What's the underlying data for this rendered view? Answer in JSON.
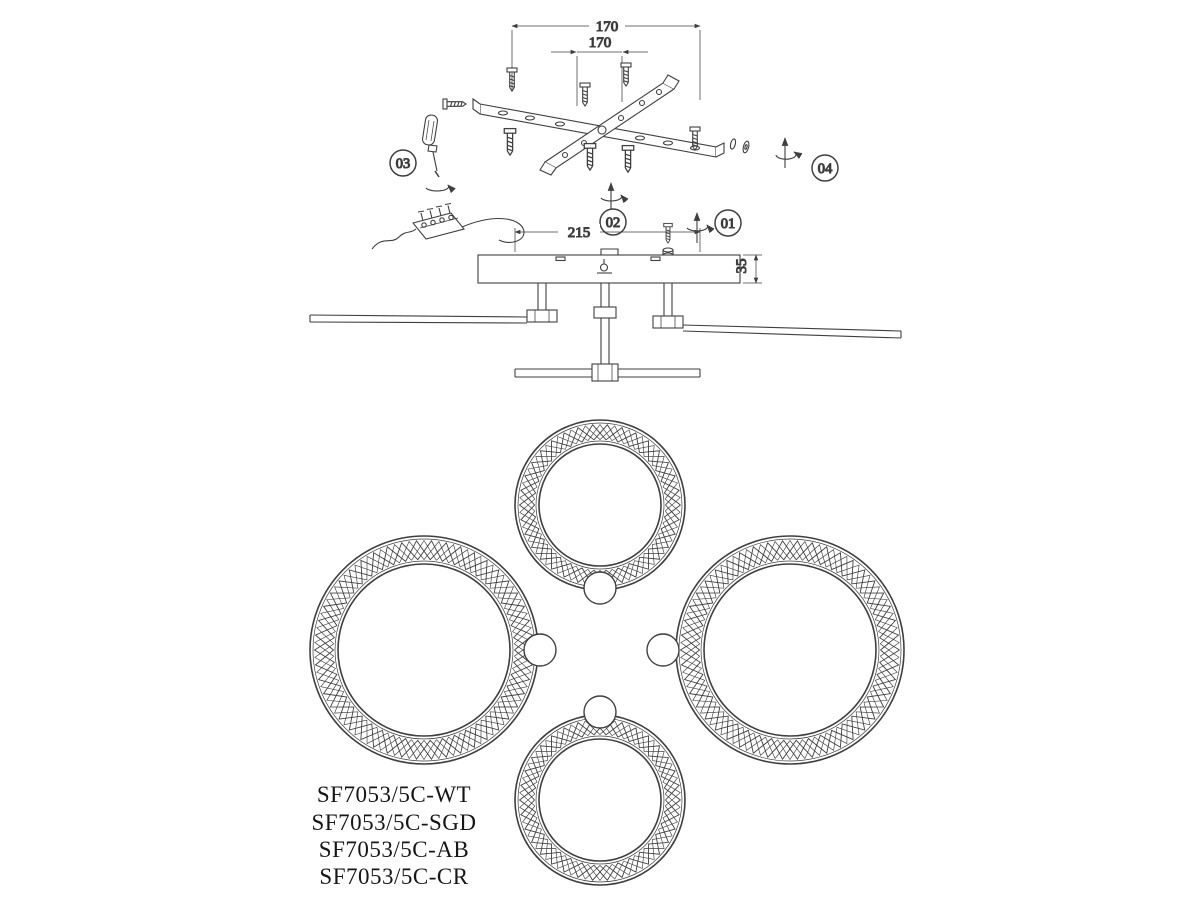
{
  "colors": {
    "line": "#3f3f3f",
    "text": "#161616",
    "background": "#ffffff"
  },
  "dimensions": {
    "mount_hole_span": "170",
    "mount_hole_span_inner": "170",
    "canopy_length": "215",
    "canopy_height": "35"
  },
  "steps": {
    "step1": "01",
    "step2": "02",
    "step3": "03",
    "step4": "04"
  },
  "models": [
    "SF7053/5C-WT",
    "SF7053/5C-SGD",
    "SF7053/5C-AB",
    "SF7053/5C-CR"
  ]
}
